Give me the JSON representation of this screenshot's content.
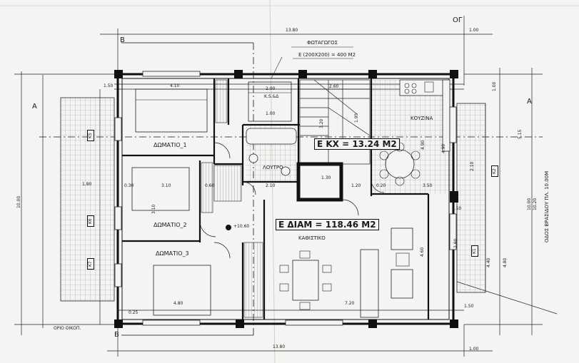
{
  "rooms": {
    "photagogos": "ΦΩΤΑΓΩΓΟΣ",
    "photagogos_area": "E (200X200) = 400 M2",
    "room1": "ΔΩΜΑΤΙΟ_1",
    "room2": "ΔΩΜΑΤΙΟ_2",
    "room3": "ΔΩΜΑΤΙΟ_3",
    "bath": "ΛΟΥΤΡΟ",
    "kitchen": "ΚΟΥΖΙΝΑ",
    "living": "ΚΑΘΙΣΤΙΚΟ",
    "ksd": "Κ.S.&Δ",
    "stair_area": "Ε ΚΧ = 13.24 Μ2",
    "floor_area": "Ε ΔΙΑΜ = 118.46 Μ2",
    "level": "+10.60"
  },
  "street": "ΟΔΟΣ ΒΡΑΣΙΔΟΥ ΠΛ. 10.00Μ",
  "corner_tag": "ΟΓ",
  "neighbor": "ΟΡΙΟ ΟΙΚΟΠ.",
  "sections": {
    "a_left": "A",
    "a_right": "A",
    "b_top": "B",
    "b_bottom": "B"
  },
  "dims": {
    "top_total": "13.80",
    "bottom_total": "13.80",
    "top_right": "1.00",
    "bottom_right": "1.00",
    "left_total": "10.00",
    "right_total": "10.00",
    "room1_w": "4.10",
    "room2_w": "3.10",
    "room3_w": "4.80",
    "living_w": "7.20",
    "stair_w": "2.60",
    "kitchen_h": "4.90",
    "living_h": "4.60",
    "balc_left": "1.80",
    "balc_right": "1.50",
    "d_150": "1.50",
    "d_130": "1.30",
    "d_100": "1.00",
    "d_210": "2.10",
    "d_060": "0.60",
    "d_020": "0.20",
    "d_030": "0.30",
    "d_025": "0.25",
    "d_200": "2.00",
    "d_310": "3.10",
    "d_350": "3.50",
    "d_320": "3.20",
    "d_195": "1.95",
    "d_120": "1.20",
    "d_490": "4.90",
    "d_210b": "2.10",
    "d_280": "2.80",
    "d_050": "0.50",
    "d_480": "4.80",
    "d_100r": "1.00",
    "d_515": "5.15",
    "d_440": "4.40",
    "d_1020": "10.20"
  },
  "windows": {
    "k1": "Κ1",
    "k2": "Κ2",
    "k5": "Κ5",
    "k6": "Κ6",
    "k7": "Κ7"
  },
  "colors": {
    "ink": "#1a1a1a",
    "wall": "#111111",
    "paper": "#f4f4f2",
    "hatch": "#8a8a8a"
  }
}
